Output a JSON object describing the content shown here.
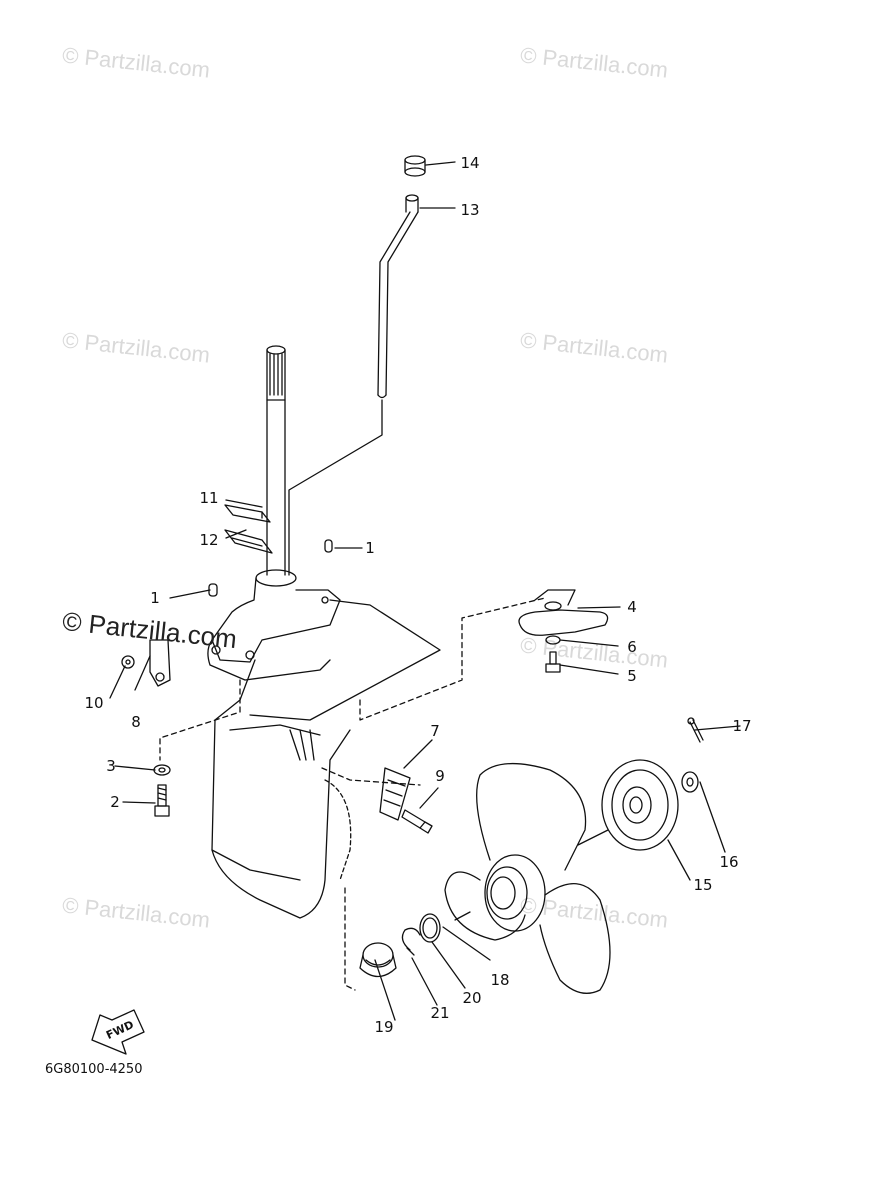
{
  "watermark": "© Partzilla.com",
  "callouts": [
    "14",
    "13",
    "11",
    "12",
    "1",
    "1",
    "4",
    "6",
    "5",
    "10",
    "8",
    "7",
    "3",
    "9",
    "2",
    "17",
    "16",
    "15",
    "18",
    "20",
    "21",
    "19"
  ],
  "fwd_label": "FWD",
  "diagram_code": "6G80100-4250"
}
